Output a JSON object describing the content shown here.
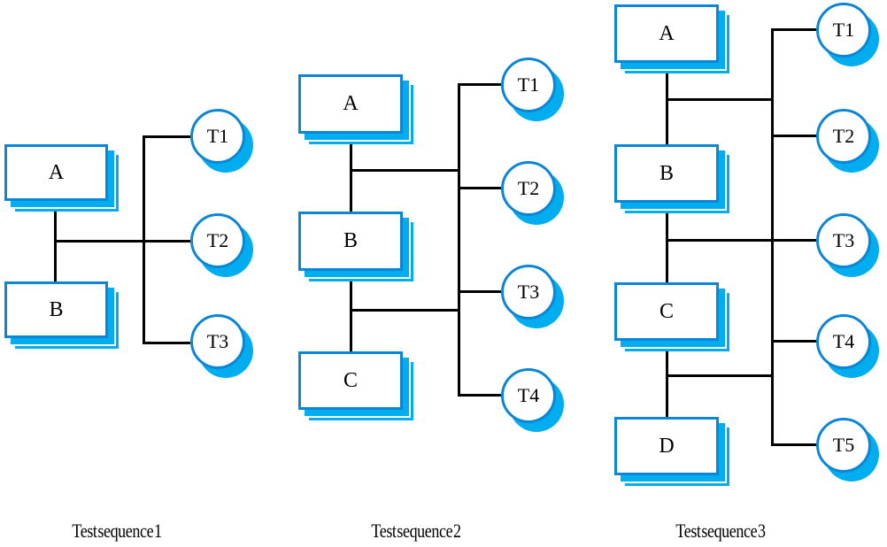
{
  "colors": {
    "node_border": "#0b86d7",
    "node_shadow": "#00aeef",
    "node_fill": "#ffffff",
    "connector": "#000000"
  },
  "sequences": [
    {
      "caption": "Test sequence 1",
      "boxes": [
        {
          "label": "A"
        },
        {
          "label": "B"
        }
      ],
      "circles": [
        {
          "label": "T1"
        },
        {
          "label": "T2"
        },
        {
          "label": "T3"
        }
      ]
    },
    {
      "caption": "Test sequence 2",
      "boxes": [
        {
          "label": "A"
        },
        {
          "label": "B"
        },
        {
          "label": "C"
        }
      ],
      "circles": [
        {
          "label": "T1"
        },
        {
          "label": "T2"
        },
        {
          "label": "T3"
        },
        {
          "label": "T4"
        }
      ]
    },
    {
      "caption": "Test sequence 3",
      "boxes": [
        {
          "label": "A"
        },
        {
          "label": "B"
        },
        {
          "label": "C"
        },
        {
          "label": "D"
        }
      ],
      "circles": [
        {
          "label": "T1"
        },
        {
          "label": "T2"
        },
        {
          "label": "T3"
        },
        {
          "label": "T4"
        },
        {
          "label": "T5"
        }
      ]
    }
  ]
}
